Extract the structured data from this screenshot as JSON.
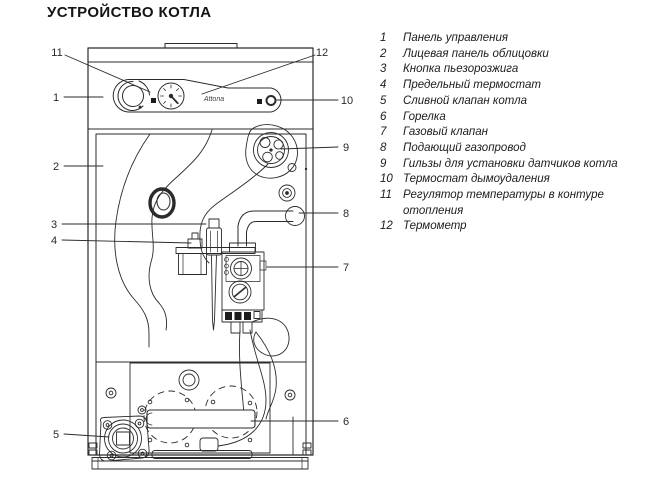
{
  "title": "УСТРОЙСТВО КОТЛА",
  "panel": {
    "brand_script": "Attona"
  },
  "callouts": [
    "1",
    "2",
    "3",
    "4",
    "5",
    "6",
    "7",
    "8",
    "9",
    "10",
    "11",
    "12"
  ],
  "legend": {
    "items": [
      {
        "num": "1",
        "text": "Панель управления"
      },
      {
        "num": "2",
        "text": "Лицевая панель облицовки"
      },
      {
        "num": "3",
        "text": "Кнопка пьезорозжига"
      },
      {
        "num": "4",
        "text": "Предельный термостат"
      },
      {
        "num": "5",
        "text": "Сливной клапан котла"
      },
      {
        "num": "6",
        "text": "Горелка"
      },
      {
        "num": "7",
        "text": "Газовый клапан"
      },
      {
        "num": "8",
        "text": "Подающий газопровод"
      },
      {
        "num": "9",
        "text": "Гильзы для установки датчиков котла"
      },
      {
        "num": "10",
        "text": "Термостат дымоудаления"
      },
      {
        "num": "11",
        "text": "Регулятор температуры в контуре отопления"
      },
      {
        "num": "12",
        "text": "Термометр"
      }
    ]
  },
  "colors": {
    "line": "#2b2b2b",
    "text": "#1a1a1a"
  }
}
